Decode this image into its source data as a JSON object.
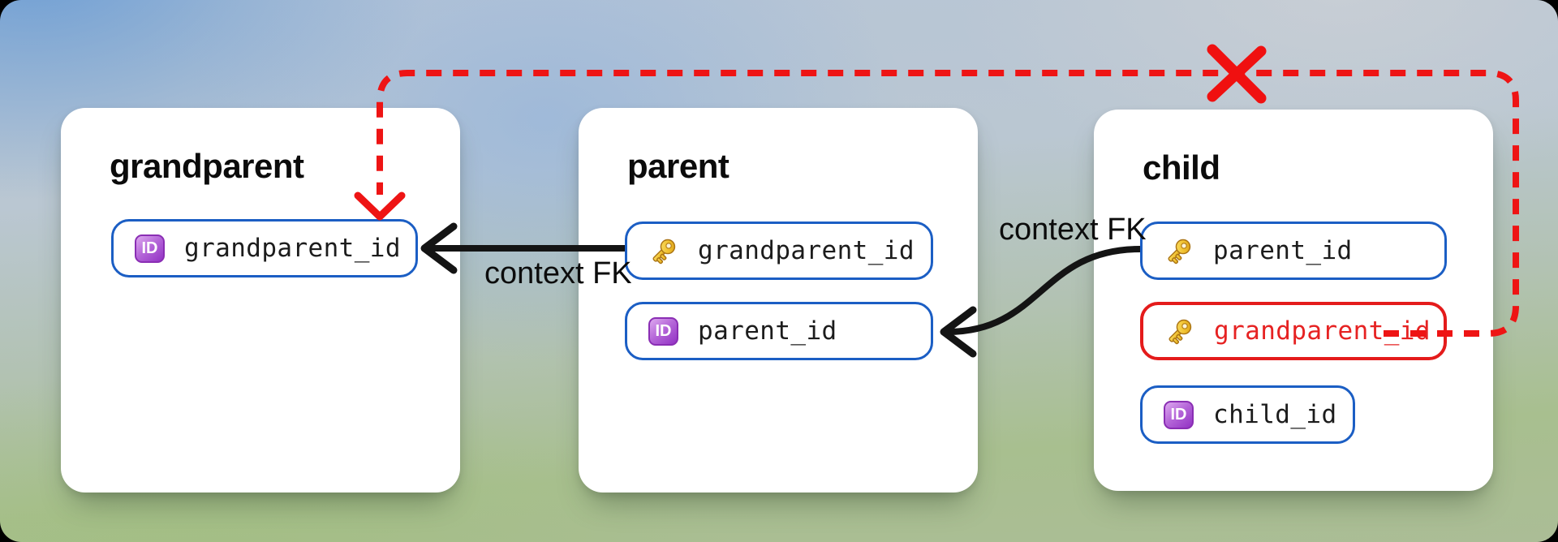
{
  "diagram": {
    "tables": [
      {
        "id": "grandparent",
        "title": "grandparent",
        "fields": [
          {
            "name": "grandparent_id",
            "icon": "id-badge-icon",
            "state": "normal"
          }
        ]
      },
      {
        "id": "parent",
        "title": "parent",
        "fields": [
          {
            "name": "grandparent_id",
            "icon": "key-icon",
            "state": "normal"
          },
          {
            "name": "parent_id",
            "icon": "id-badge-icon",
            "state": "normal"
          }
        ]
      },
      {
        "id": "child",
        "title": "child",
        "fields": [
          {
            "name": "parent_id",
            "icon": "key-icon",
            "state": "normal"
          },
          {
            "name": "grandparent_id",
            "icon": "key-icon",
            "state": "invalid"
          },
          {
            "name": "child_id",
            "icon": "id-badge-icon",
            "state": "normal"
          }
        ]
      }
    ],
    "edges": [
      {
        "from": "parent.grandparent_id",
        "to": "grandparent.grandparent_id",
        "label": "context FK",
        "style": "solid-arrow"
      },
      {
        "from": "child.parent_id",
        "to": "parent.parent_id",
        "label": "context FK",
        "style": "solid-arrow"
      },
      {
        "from": "child.grandparent_id",
        "to": "grandparent.grandparent_id",
        "label": "",
        "style": "dashed-blocked",
        "blocked": true
      }
    ],
    "colors": {
      "pill_border_blue": "#1b5ec4",
      "invalid_red": "#e41b1b",
      "dashed_red": "#ee1414",
      "arrow_black": "#141414",
      "card_bg": "#ffffff"
    }
  },
  "icons": {
    "id_badge_text": "ID"
  }
}
